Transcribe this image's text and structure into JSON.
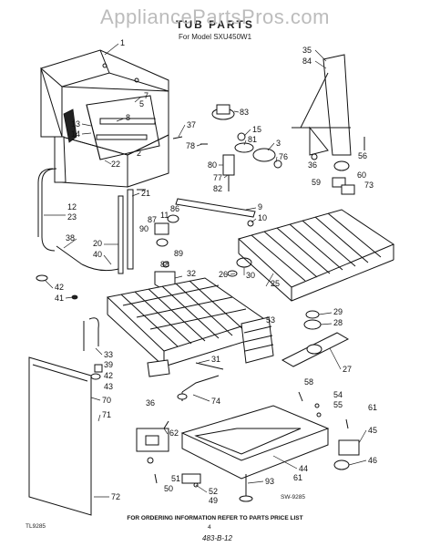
{
  "header": {
    "watermark": "AppliancePartsPros.com",
    "title": "TUB PARTS",
    "subtitle": "For Model SXU450W1"
  },
  "footer": {
    "code_left": "TL9285",
    "code_right": "SW-9285",
    "order_note": "FOR ORDERING INFORMATION REFER TO PARTS PRICE LIST",
    "page_number": "4",
    "handwritten": "483-B-12"
  },
  "callouts": [
    "1",
    "7",
    "5",
    "8",
    "13",
    "14",
    "22",
    "2",
    "12",
    "23",
    "21",
    "38",
    "20",
    "40",
    "42",
    "41",
    "33",
    "39",
    "42",
    "43",
    "70",
    "71",
    "72",
    "37",
    "78",
    "83",
    "15",
    "81",
    "3",
    "76",
    "80",
    "77",
    "82",
    "9",
    "10",
    "86",
    "87",
    "90",
    "11",
    "89",
    "88",
    "32",
    "26",
    "30",
    "35",
    "84",
    "56",
    "36",
    "60",
    "59",
    "73",
    "25",
    "29",
    "28",
    "53",
    "27",
    "31",
    "74",
    "36",
    "62",
    "58",
    "54",
    "55",
    "61",
    "45",
    "46",
    "44",
    "61",
    "93",
    "49",
    "52",
    "51",
    "50"
  ]
}
